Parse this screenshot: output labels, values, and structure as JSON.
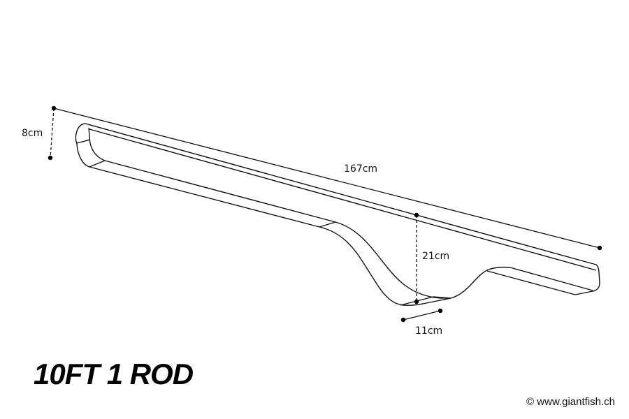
{
  "title": "10FT 1 ROD",
  "credit": "© www.giantfish.ch",
  "dimensions": {
    "height_end": "8cm",
    "length": "167cm",
    "height_dip": "21cm",
    "width_dip": "11cm"
  }
}
